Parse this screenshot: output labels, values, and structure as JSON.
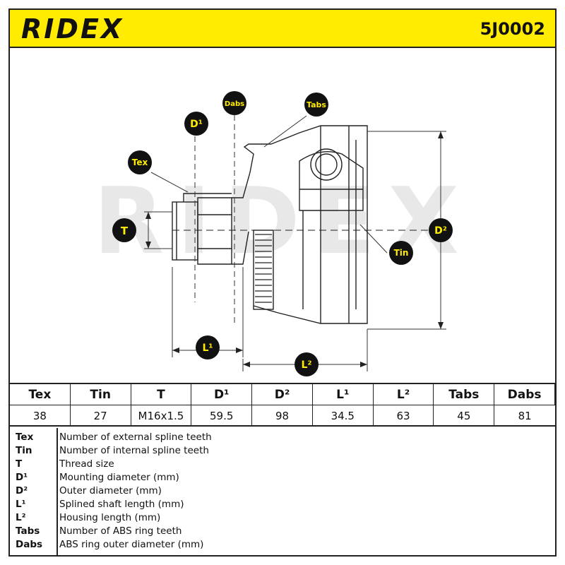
{
  "header": {
    "brand": "RIDEX",
    "part_number": "5J0002"
  },
  "watermark": "RIDEX",
  "callouts": {
    "dabs": "Dabs",
    "tabs": "Tabs",
    "d1": "D¹",
    "tex": "Tex",
    "t": "T",
    "d2": "D²",
    "tin": "Tin",
    "l1": "L¹",
    "l2": "L²"
  },
  "specs": {
    "headers": [
      "Tex",
      "Tin",
      "T",
      "D¹",
      "D²",
      "L¹",
      "L²",
      "Tabs",
      "Dabs"
    ],
    "values": [
      "38",
      "27",
      "M16x1.5",
      "59.5",
      "98",
      "34.5",
      "63",
      "45",
      "81"
    ]
  },
  "legend": [
    {
      "abbr": "Tex",
      "desc": "Number of external spline teeth"
    },
    {
      "abbr": "Tin",
      "desc": "Number of internal spline teeth"
    },
    {
      "abbr": "T",
      "desc": "Thread size"
    },
    {
      "abbr": "D¹",
      "desc": "Mounting diameter (mm)"
    },
    {
      "abbr": "D²",
      "desc": "Outer diameter (mm)"
    },
    {
      "abbr": "L¹",
      "desc": "Splined shaft length (mm)"
    },
    {
      "abbr": "L²",
      "desc": "Housing length (mm)"
    },
    {
      "abbr": "Tabs",
      "desc": "Number of ABS ring teeth"
    },
    {
      "abbr": "Dabs",
      "desc": "ABS ring outer diameter (mm)"
    }
  ],
  "colors": {
    "brand_yellow": "#ffec00",
    "line": "#222222",
    "watermark": "#e6e6e6"
  }
}
